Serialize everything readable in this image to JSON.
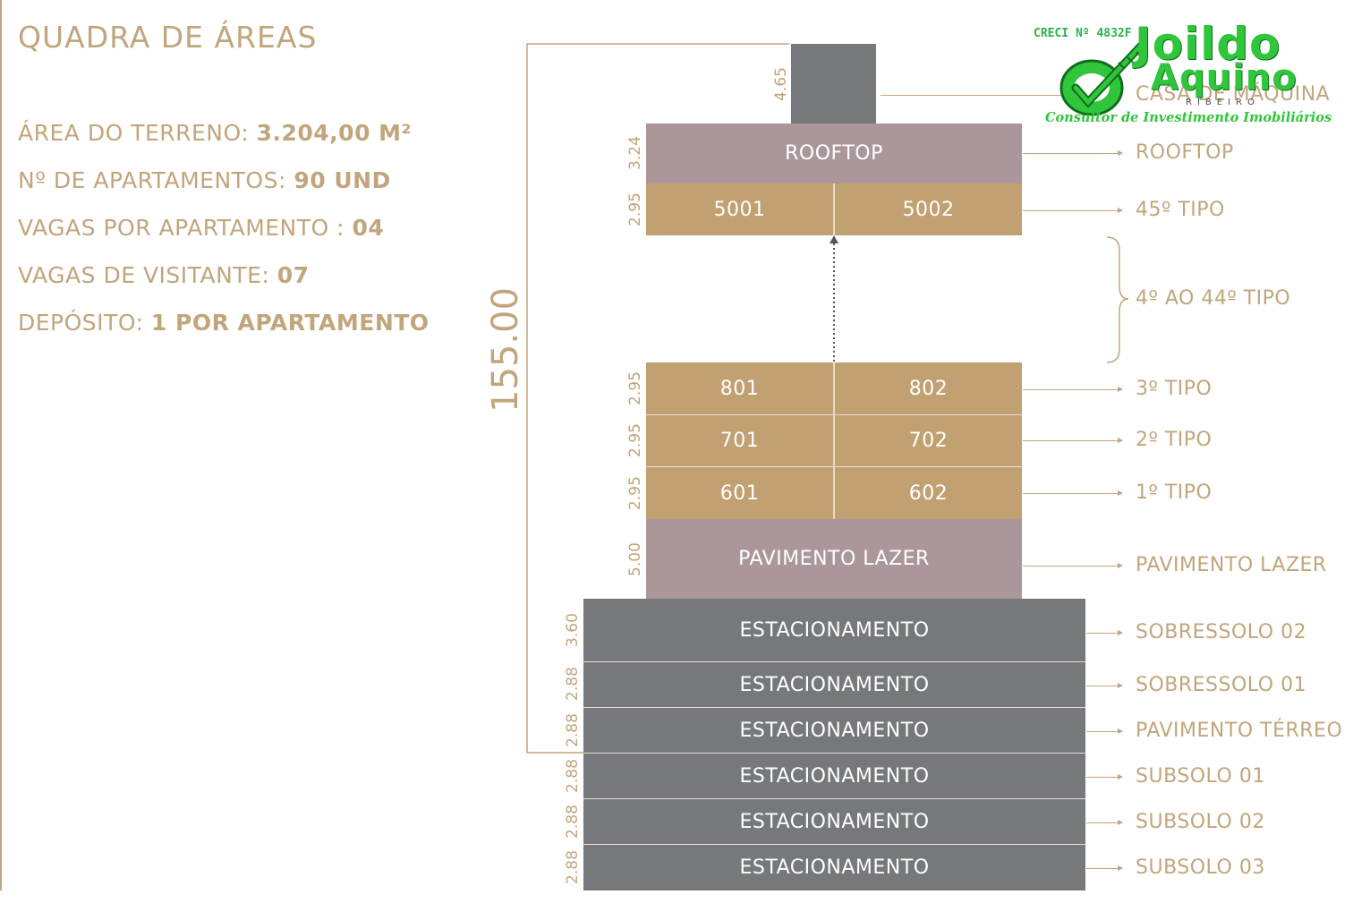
{
  "title": "QUADRA DE ÁREAS",
  "info": [
    {
      "label": "ÁREA DO TERRENO: ",
      "value": "3.204,00 M²"
    },
    {
      "label": "Nº DE APARTAMENTOS: ",
      "value": "90 UND"
    },
    {
      "label": "VAGAS POR APARTAMENTO : ",
      "value": "04"
    },
    {
      "label": "VAGAS DE VISITANTE: ",
      "value": "07"
    },
    {
      "label": "DEPÓSITO: ",
      "value": "1 POR APARTAMENTO"
    }
  ],
  "total_height": "155.00",
  "floors": {
    "casa": {
      "dim": "4.65",
      "label": "CASA DE MÁQUINA"
    },
    "rooftop": {
      "dim": "3.24",
      "text": "ROOFTOP",
      "label": "ROOFTOP"
    },
    "t45": {
      "dim": "2.95",
      "units": [
        "5001",
        "5002"
      ],
      "label": "45º TIPO"
    },
    "range": {
      "label": "4º AO 44º TIPO"
    },
    "t3": {
      "dim": "2.95",
      "units": [
        "801",
        "802"
      ],
      "label": "3º TIPO"
    },
    "t2": {
      "dim": "2.95",
      "units": [
        "701",
        "702"
      ],
      "label": "2º TIPO"
    },
    "t1": {
      "dim": "2.95",
      "units": [
        "601",
        "602"
      ],
      "label": "1º TIPO"
    },
    "lazer": {
      "dim": "5.00",
      "text": "PAVIMENTO LAZER",
      "label": "PAVIMENTO LAZER"
    },
    "sob2": {
      "dim": "3.60",
      "text": "ESTACIONAMENTO",
      "label": "SOBRESSOLO 02"
    },
    "sob1": {
      "dim": "2.88",
      "text": "ESTACIONAMENTO",
      "label": "SOBRESSOLO 01"
    },
    "terreo": {
      "dim": "2.88",
      "text": "ESTACIONAMENTO",
      "label": "PAVIMENTO TÉRREO"
    },
    "sub1": {
      "dim": "2.88",
      "text": "ESTACIONAMENTO",
      "label": "SUBSOLO 01"
    },
    "sub2": {
      "dim": "2.88",
      "text": "ESTACIONAMENTO",
      "label": "SUBSOLO 02"
    },
    "sub3": {
      "dim": "2.88",
      "text": "ESTACIONAMENTO",
      "label": "SUBSOLO 03"
    }
  },
  "logo": {
    "creci": "CRECI Nº 4832F",
    "name1": "Joildo",
    "name2": "Aquino",
    "sub": "RIBEIRO",
    "tagline": "Consultor de Investimento Imobiliários"
  },
  "colors": {
    "gold": "#c1a57c",
    "tan": "#c1a071",
    "mauve": "#ab979a",
    "dark": "#77787c",
    "logo_green": "#2fc63b"
  }
}
